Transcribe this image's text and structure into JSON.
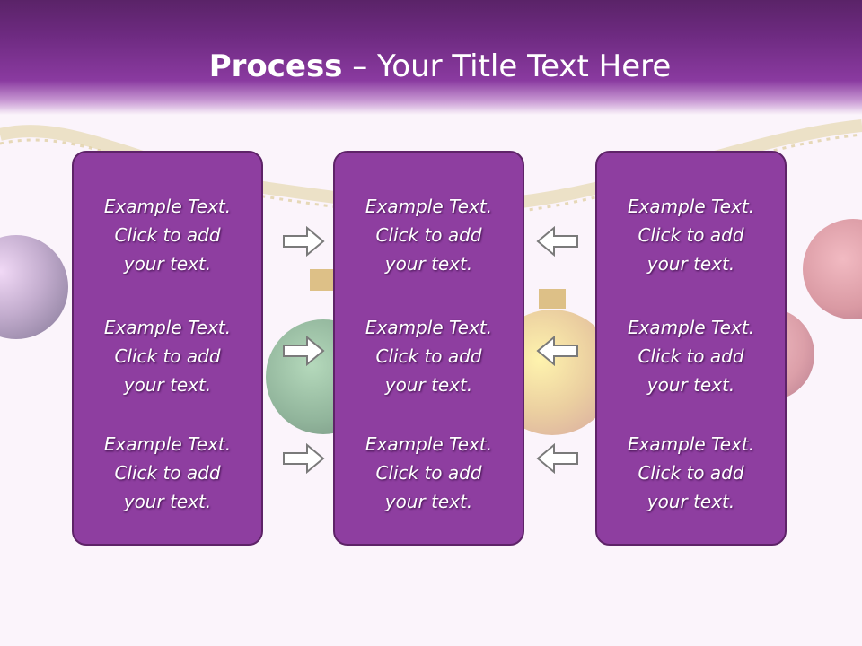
{
  "slide": {
    "title_bold": "Process",
    "title_rest": " – Your Title Text Here"
  },
  "columns": [
    {
      "items": [
        "Example Text.\nClick  to add\nyour text.",
        "Example Text.\nClick  to add\nyour text.",
        "Example Text.\nClick  to add\nyour text."
      ]
    },
    {
      "items": [
        "Example Text.\nClick  to add\nyour text.",
        "Example Text.\nClick  to add\nyour text.",
        "Example Text.\nClick  to add\nyour text."
      ]
    },
    {
      "items": [
        "Example Text.\nClick  to add\nyour text.",
        "Example Text.\nClick  to add\nyour text.",
        "Example Text.\nClick  to add\nyour text."
      ]
    }
  ],
  "arrows": {
    "left_group": "arrow-right-icon",
    "right_group": "arrow-left-icon"
  },
  "colors": {
    "panel": "#8e3ea0",
    "panel_border": "#5e2368",
    "title_bar": "#6d2a80"
  }
}
